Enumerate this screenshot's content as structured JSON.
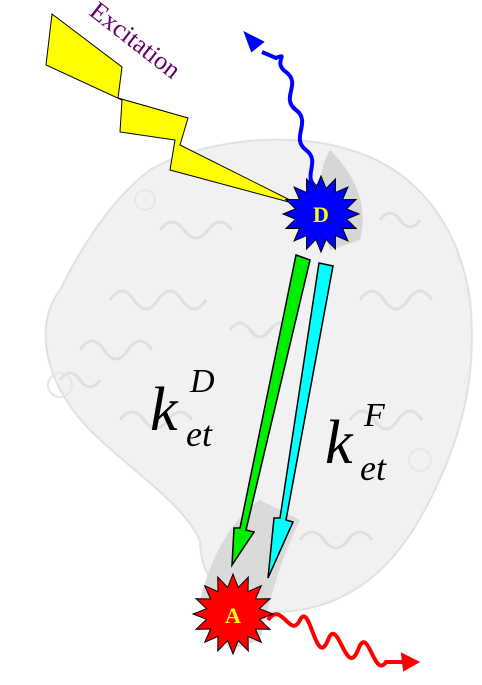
{
  "labels": {
    "excitation": "Excitation",
    "donor": "D",
    "acceptor": "A"
  },
  "rates": {
    "donor_rate": {
      "symbol": "k",
      "superscript": "D",
      "subscript": "et"
    },
    "fast_rate": {
      "symbol": "k",
      "superscript": "F",
      "subscript": "et"
    }
  },
  "colors": {
    "excitation_bolt": "#ffff00",
    "excitation_text": "#660066",
    "donor_fill": "#0000ff",
    "donor_text": "#ffff00",
    "acceptor_fill": "#ff0000",
    "acceptor_text": "#ffff00",
    "donor_arrow": "#00ee00",
    "fast_arrow": "#00ffff",
    "emission_donor": "#0000ff",
    "emission_acceptor": "#ff0000",
    "protein": "#d0d0d0"
  },
  "icons": {
    "donor_marker": "starburst",
    "acceptor_marker": "starburst",
    "excitation_marker": "lightning-bolt",
    "emission_marker": "wavy-arrow"
  }
}
